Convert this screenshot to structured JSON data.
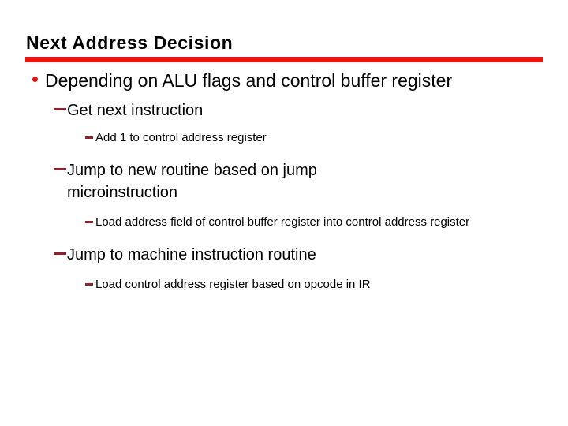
{
  "slide": {
    "title": "Next Address Decision",
    "rule_color": "#ef1111",
    "bullet_color": "#e81010",
    "dash_color": "#8c2330",
    "text_color": "#000000",
    "background_color": "#ffffff",
    "bullets": [
      {
        "level": 1,
        "marker": "round-bullet",
        "text": "Depending on ALU flags and control buffer register"
      },
      {
        "level": 2,
        "marker": "em-dash",
        "text": "Get next instruction"
      },
      {
        "level": 3,
        "marker": "en-dash",
        "text": "Add 1 to control address register"
      },
      {
        "level": 2,
        "marker": "em-dash",
        "text": "Jump to new routine based on jump microinstruction"
      },
      {
        "level": 3,
        "marker": "en-dash",
        "text": "Load address field of control buffer register into control address register"
      },
      {
        "level": 2,
        "marker": "em-dash",
        "text": "Jump to machine instruction routine"
      },
      {
        "level": 3,
        "marker": "en-dash",
        "text": "Load control address register based on opcode in IR"
      }
    ]
  }
}
